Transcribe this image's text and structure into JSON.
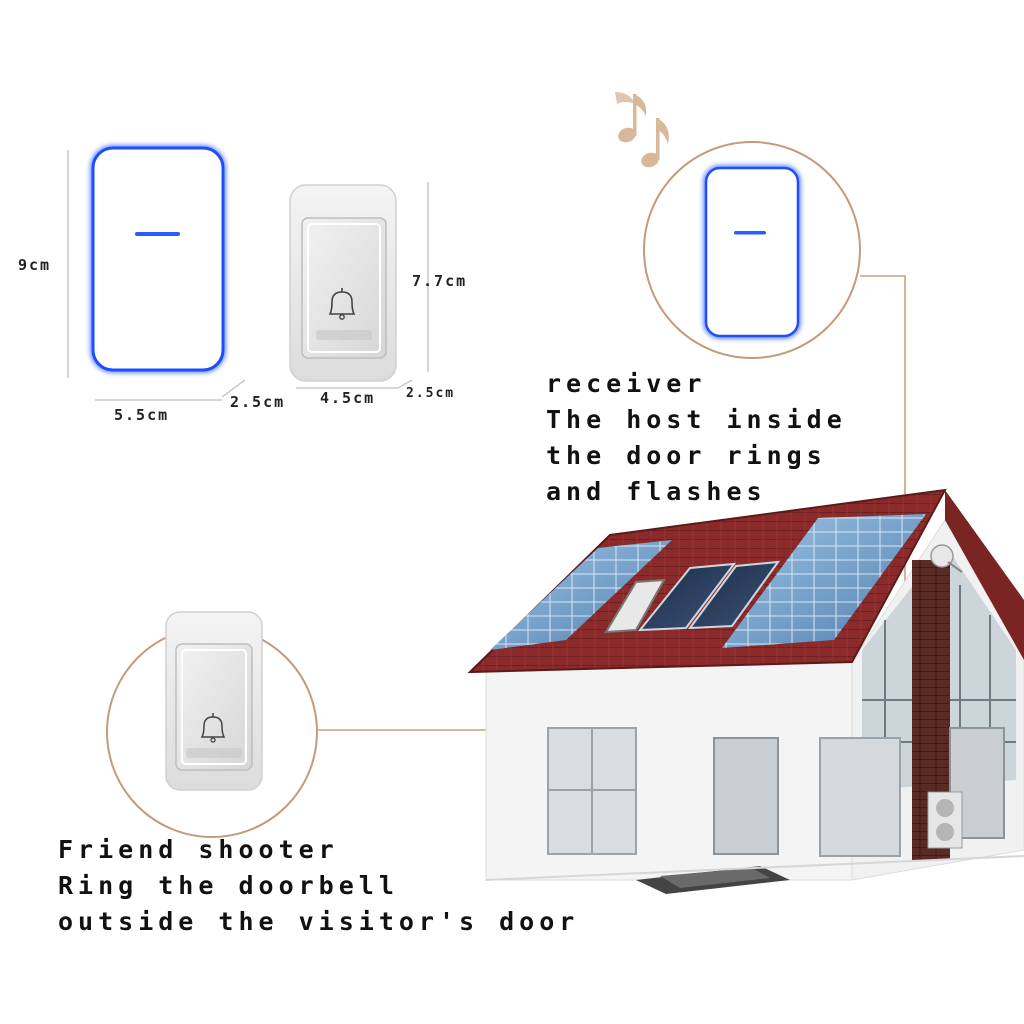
{
  "dimensions": {
    "receiver_height": "9cm",
    "receiver_width": "5.5cm",
    "receiver_depth": "2.5cm",
    "button_height": "7.7cm",
    "button_width": "4.5cm",
    "button_depth": "2.5cm"
  },
  "receiver_caption": {
    "line1": "receiver",
    "line2": "The host inside",
    "line3": "the door rings",
    "line4": "and flashes"
  },
  "button_caption": {
    "line1": "Friend shooter",
    "line2": "Ring the doorbell",
    "line3": "outside the visitor's door"
  },
  "colors": {
    "led_blue": "#2a5cff",
    "roof": "#8b2a2a",
    "leader_line": "#c9a27a",
    "note": "#d9b79a"
  },
  "icons": [
    "music-note-icon",
    "bell-icon"
  ]
}
